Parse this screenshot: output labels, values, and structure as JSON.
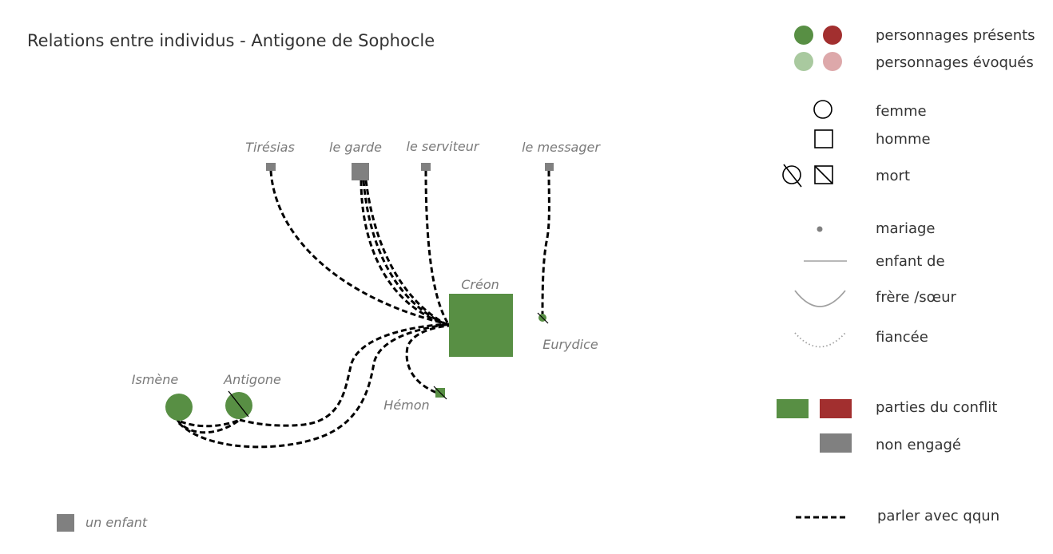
{
  "title": "Relations entre individus - Antigone de Sophocle",
  "colors": {
    "conflict_green": "#588f44",
    "conflict_red": "#a22f2f",
    "evoked_green": "#a9c99f",
    "evoked_red": "#dda8aa",
    "neutral_grey": "#808080",
    "label_grey": "#7a7a7a",
    "edge_black": "#000000"
  },
  "characters": [
    {
      "id": "tiresias",
      "label": "Tirésias",
      "gender": "homme",
      "side": "non engagé",
      "status": "présent"
    },
    {
      "id": "garde",
      "label": "le garde",
      "gender": "homme",
      "side": "non engagé",
      "status": "présent"
    },
    {
      "id": "serviteur",
      "label": "le serviteur",
      "gender": "homme",
      "side": "non engagé",
      "status": "présent"
    },
    {
      "id": "messager",
      "label": "le messager",
      "gender": "homme",
      "side": "non engagé",
      "status": "présent"
    },
    {
      "id": "creon",
      "label": "Créon",
      "gender": "homme",
      "side": "partie du conflit",
      "status": "présent"
    },
    {
      "id": "eurydice",
      "label": "Eurydice",
      "gender": "femme",
      "side": "partie du conflit",
      "status": "présent",
      "dead": true
    },
    {
      "id": "hemon",
      "label": "Hémon",
      "gender": "homme",
      "side": "partie du conflit",
      "status": "présent",
      "dead": true
    },
    {
      "id": "ismene",
      "label": "Ismène",
      "gender": "femme",
      "side": "partie du conflit",
      "status": "présent"
    },
    {
      "id": "antigone",
      "label": "Antigone",
      "gender": "femme",
      "side": "partie du conflit",
      "status": "présent",
      "dead": true
    },
    {
      "id": "enfant",
      "label": "un enfant",
      "gender": "homme",
      "side": "non engagé",
      "status": "présent"
    }
  ],
  "relations": [
    {
      "type": "parler avec qqun",
      "from": "tiresias",
      "to": "creon"
    },
    {
      "type": "parler avec qqun",
      "from": "garde",
      "to": "creon"
    },
    {
      "type": "parler avec qqun",
      "from": "garde",
      "to": "creon"
    },
    {
      "type": "parler avec qqun",
      "from": "garde",
      "to": "creon"
    },
    {
      "type": "parler avec qqun",
      "from": "serviteur",
      "to": "creon"
    },
    {
      "type": "parler avec qqun",
      "from": "messager",
      "to": "eurydice"
    },
    {
      "type": "parler avec qqun",
      "from": "antigone",
      "to": "creon"
    },
    {
      "type": "parler avec qqun",
      "from": "ismene",
      "to": "creon"
    },
    {
      "type": "parler avec qqun",
      "from": "hemon",
      "to": "creon"
    },
    {
      "type": "parler avec qqun",
      "from": "ismene",
      "to": "antigone"
    },
    {
      "type": "parler avec qqun",
      "from": "ismene",
      "to": "antigone"
    }
  ],
  "legend": {
    "present": "personnages présents",
    "evoked": "personnages évoqués",
    "female": "femme",
    "male": "homme",
    "dead": "mort",
    "marriage": "mariage",
    "child_of": "enfant de",
    "sibling": "frère /sœur",
    "fiancee": "fiancée",
    "conflict": "parties du conflit",
    "neutral": "non engagé",
    "talk": "parler avec qqun"
  }
}
